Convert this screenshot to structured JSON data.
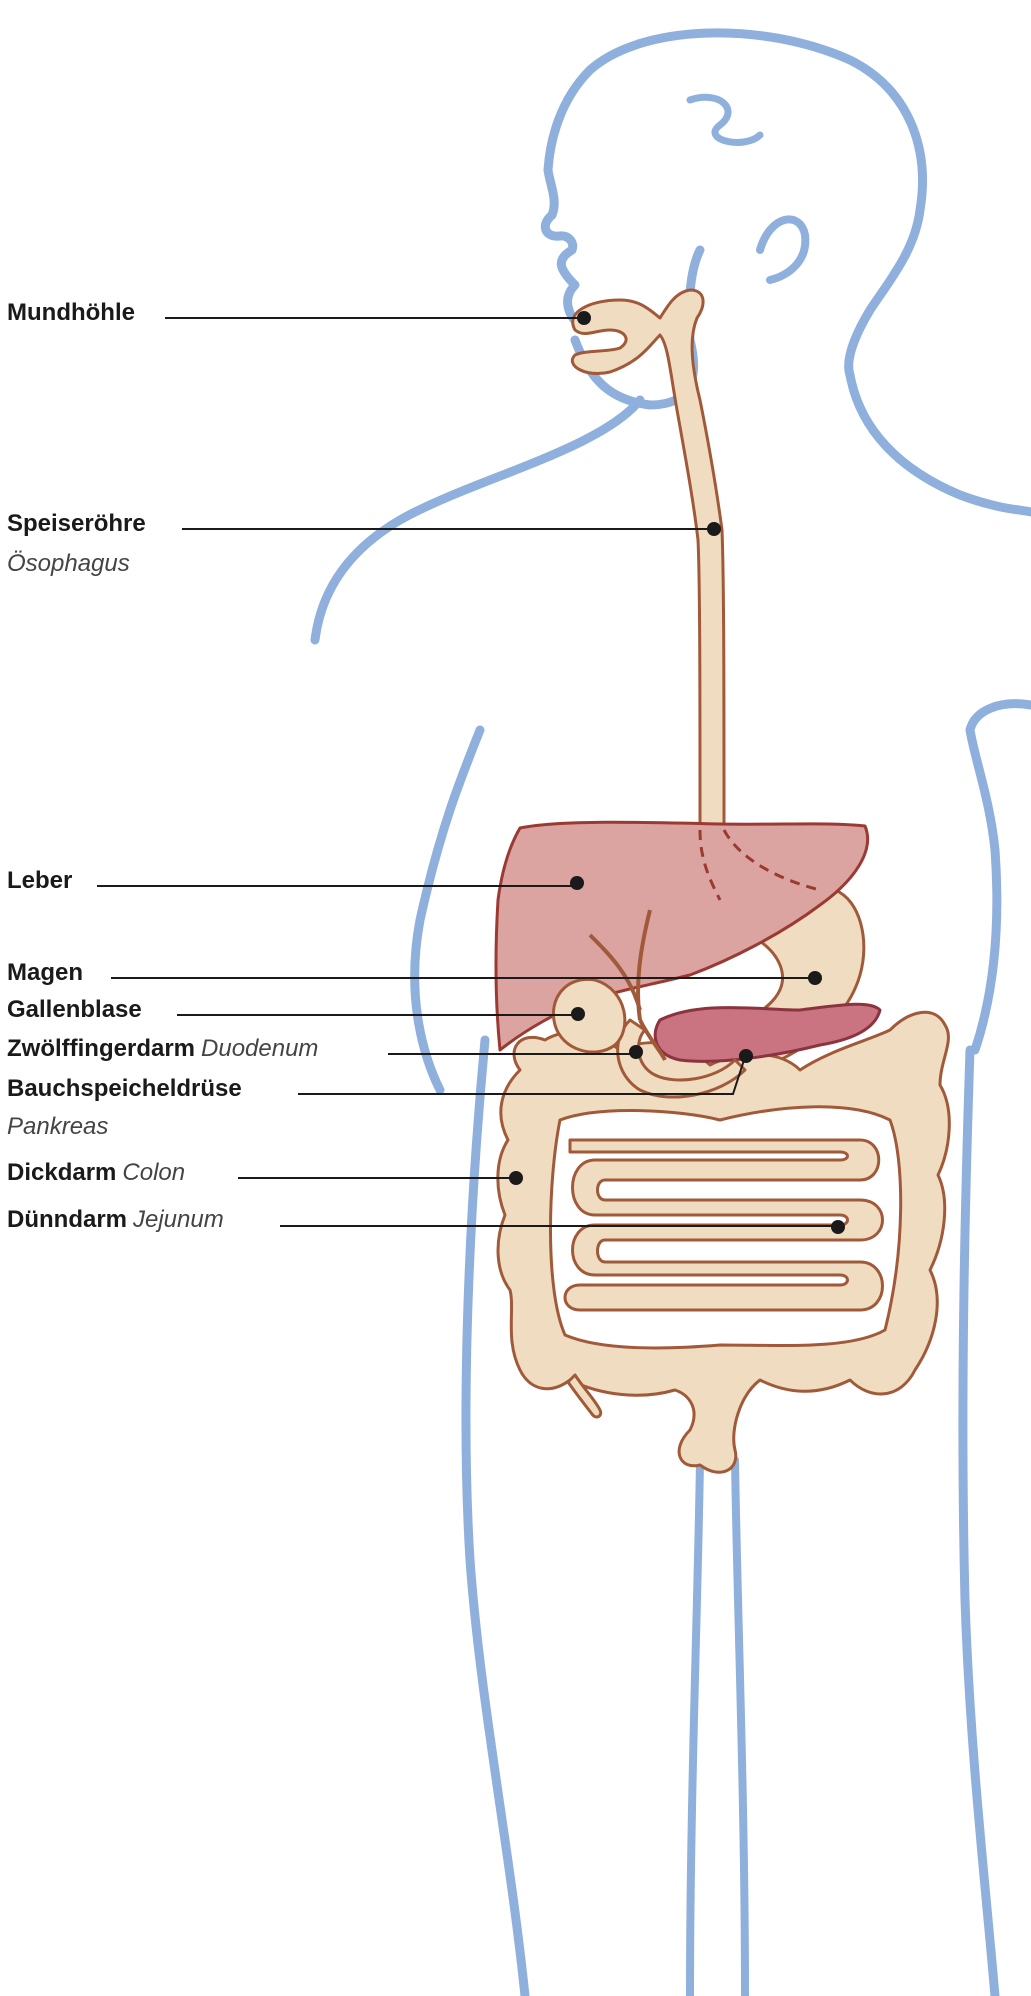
{
  "colors": {
    "body_outline": "#8fb0dc",
    "organ_fill": "#f0dcc0",
    "organ_stroke": "#a05a3a",
    "liver_fill": "#dba4a0",
    "liver_stroke": "#9a3a32",
    "pancreas_fill": "#c97480",
    "label_text": "#1a1a1a",
    "sublabel_text": "#444444"
  },
  "labels": {
    "mouth": {
      "main": "Mundhöhle",
      "sub": ""
    },
    "esophagus": {
      "main": "Speiseröhre",
      "sub": "Ösophagus"
    },
    "liver": {
      "main": "Leber",
      "sub": ""
    },
    "stomach": {
      "main": "Magen",
      "sub": ""
    },
    "gallbladder": {
      "main": "Gallenblase",
      "sub": ""
    },
    "duodenum": {
      "main": "Zwölffingerdarm",
      "sub": "Duodenum"
    },
    "pancreas": {
      "main": "Bauchspeicheldrüse",
      "sub": "Pankreas"
    },
    "colon": {
      "main": "Dickdarm",
      "sub": "Colon"
    },
    "jejunum": {
      "main": "Dünndarm",
      "sub": "Jejunum"
    }
  }
}
